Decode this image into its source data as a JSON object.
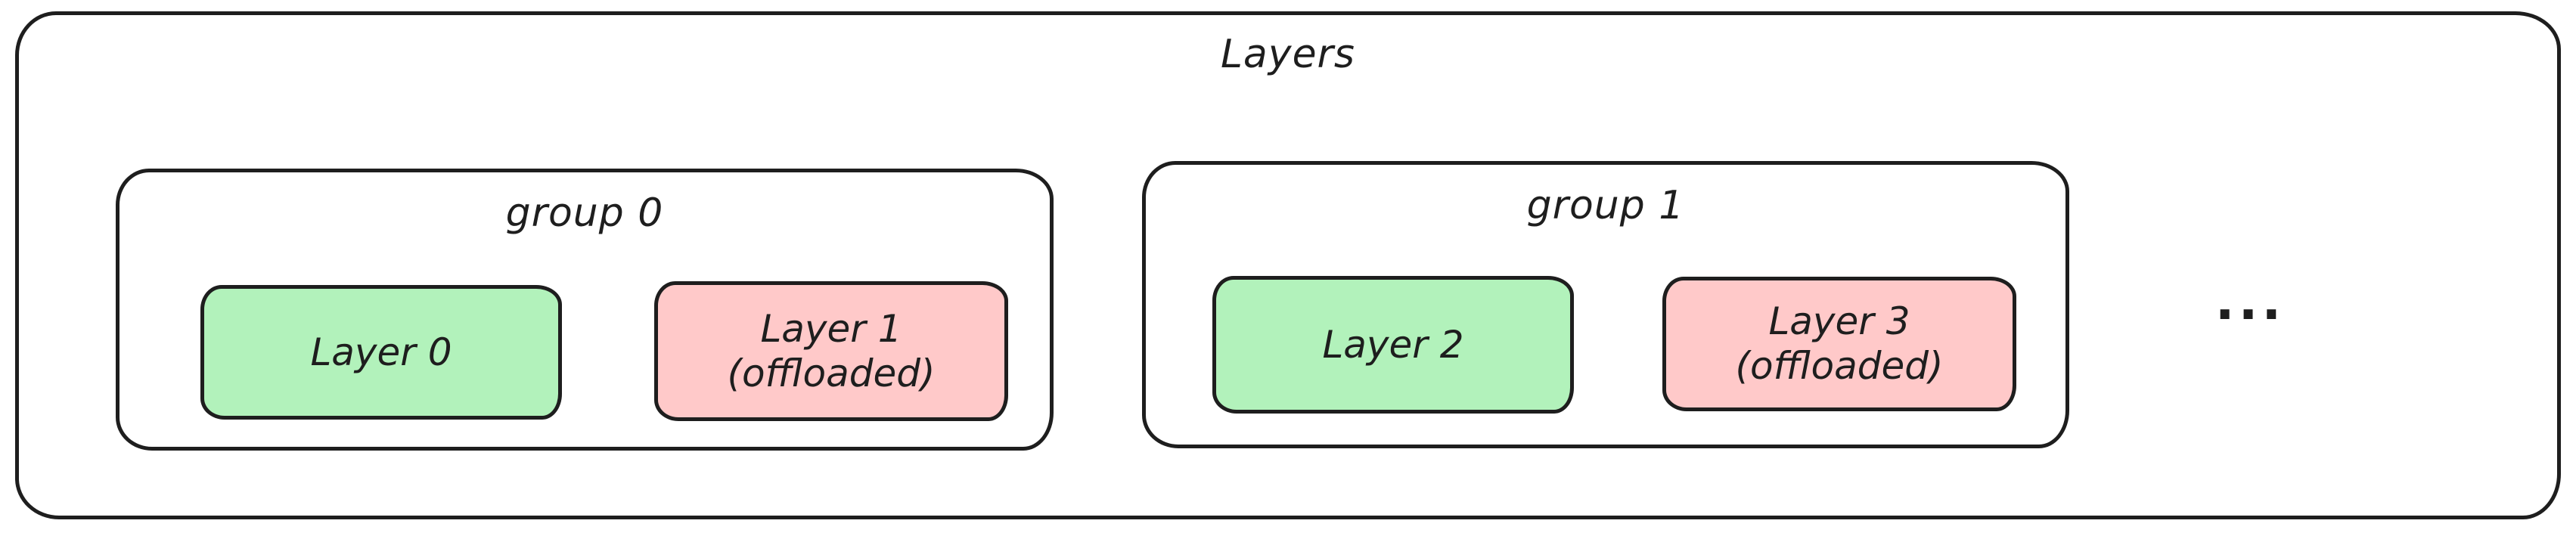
{
  "diagram": {
    "type": "grouped-layers-diagram",
    "style": "hand-drawn-sketch",
    "title": "Layers",
    "ellipsis": "...",
    "groups": [
      {
        "label": "group 0",
        "layers": [
          {
            "label": "Layer 0",
            "sublabel": "",
            "fill": "green"
          },
          {
            "label": "Layer 1",
            "sublabel": "(offloaded)",
            "fill": "pink"
          }
        ]
      },
      {
        "label": "group 1",
        "layers": [
          {
            "label": "Layer 2",
            "sublabel": "",
            "fill": "green"
          },
          {
            "label": "Layer 3",
            "sublabel": "(offloaded)",
            "fill": "pink"
          }
        ]
      }
    ],
    "colors": {
      "stroke": "#1e1e1e",
      "layer_green_fill": "#b2f2bb",
      "layer_pink_fill": "#ffc9c9",
      "background": "#ffffff"
    }
  }
}
